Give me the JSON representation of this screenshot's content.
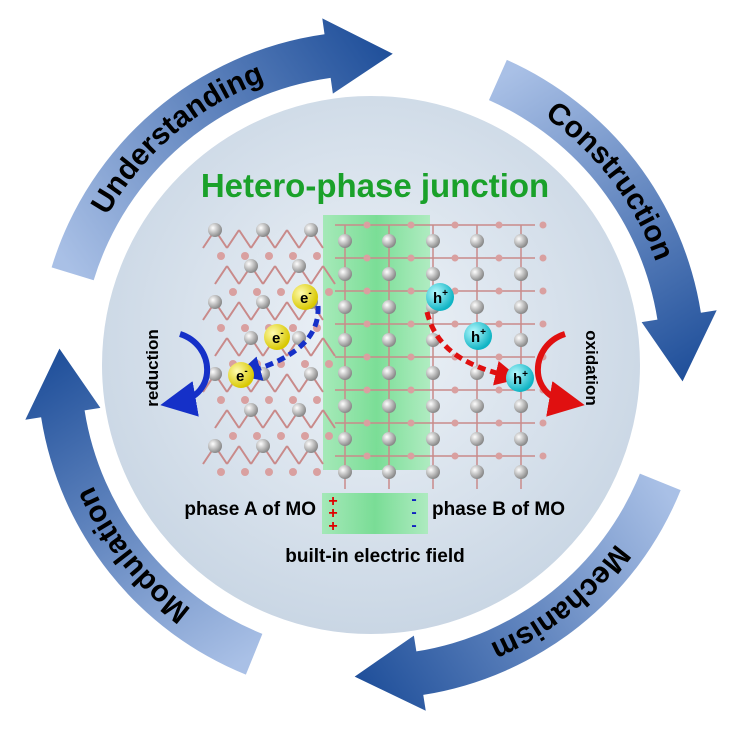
{
  "title": "Hetero-phase junction",
  "cycle": [
    {
      "label": "Understanding"
    },
    {
      "label": "Construction"
    },
    {
      "label": "Mechanism"
    },
    {
      "label": "Modulation"
    }
  ],
  "left_process": "reduction",
  "right_process": "oxidation",
  "electron_label": "e",
  "electron_sup": "-",
  "hole_label": "h",
  "hole_sup": "+",
  "phase_a": "phase A of MO",
  "phase_b": "phase B of MO",
  "field_label": "built-in electric field",
  "plus_sign": "+",
  "minus_sign": "-",
  "colors": {
    "title": "#1aa12a",
    "arrow_dark": "#1f4f9a",
    "arrow_light": "#a9c0e6",
    "electron": "#f2e600",
    "hole": "#22d3e0",
    "field": "#7fe39a",
    "disk": "#d9e3ee"
  }
}
